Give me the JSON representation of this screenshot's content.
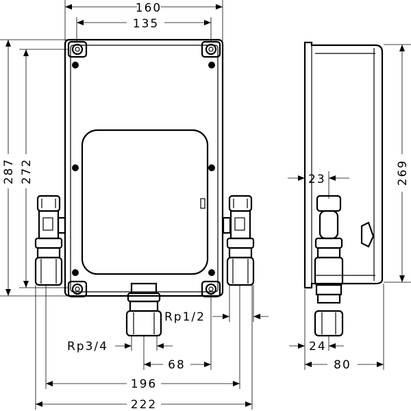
{
  "dimensions": {
    "width_outer": "160",
    "width_inner": "135",
    "height_outer": "287",
    "height_inner": "272",
    "side_height": "269",
    "side_offset_top": "23",
    "side_offset_bottom": "24",
    "side_depth": "80",
    "thread_side": "Rp1/2",
    "thread_bottom": "Rp3/4",
    "bottom_offset": "68",
    "connections_inner": "196",
    "connections_outer": "222"
  }
}
